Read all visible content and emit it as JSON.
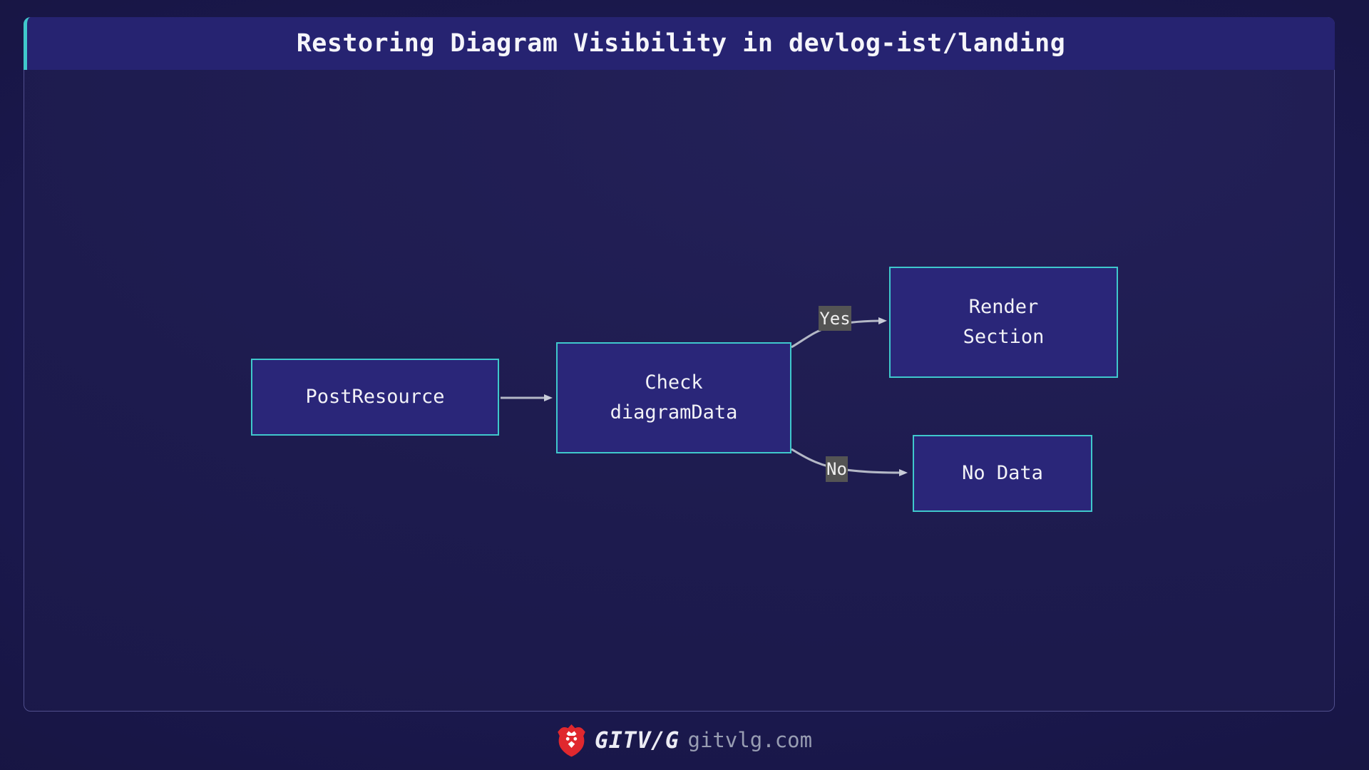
{
  "window": {
    "title": "Restoring Diagram Visibility in devlog-ist/landing"
  },
  "diagram": {
    "nodes": {
      "postResource": {
        "label": "PostResource"
      },
      "check": {
        "line1": "Check",
        "line2": "diagramData"
      },
      "render": {
        "line1": "Render",
        "line2": "Section"
      },
      "noData": {
        "label": "No Data"
      }
    },
    "edge_labels": {
      "yes": "Yes",
      "no": "No"
    }
  },
  "footer": {
    "logo_icon": "lion-shield-icon",
    "brand": "GITV/G",
    "domain": "gitvlg.com"
  },
  "colors": {
    "accent_teal": "#3fc8cc",
    "node_fill": "#2a2679",
    "titlebar_bg": "#262371",
    "panel_bg": "#1d1b4e",
    "page_bg": "#141238",
    "arrow": "#b4b8c6",
    "edge_label_bg": "#545454",
    "brand_red": "#e0282e"
  }
}
